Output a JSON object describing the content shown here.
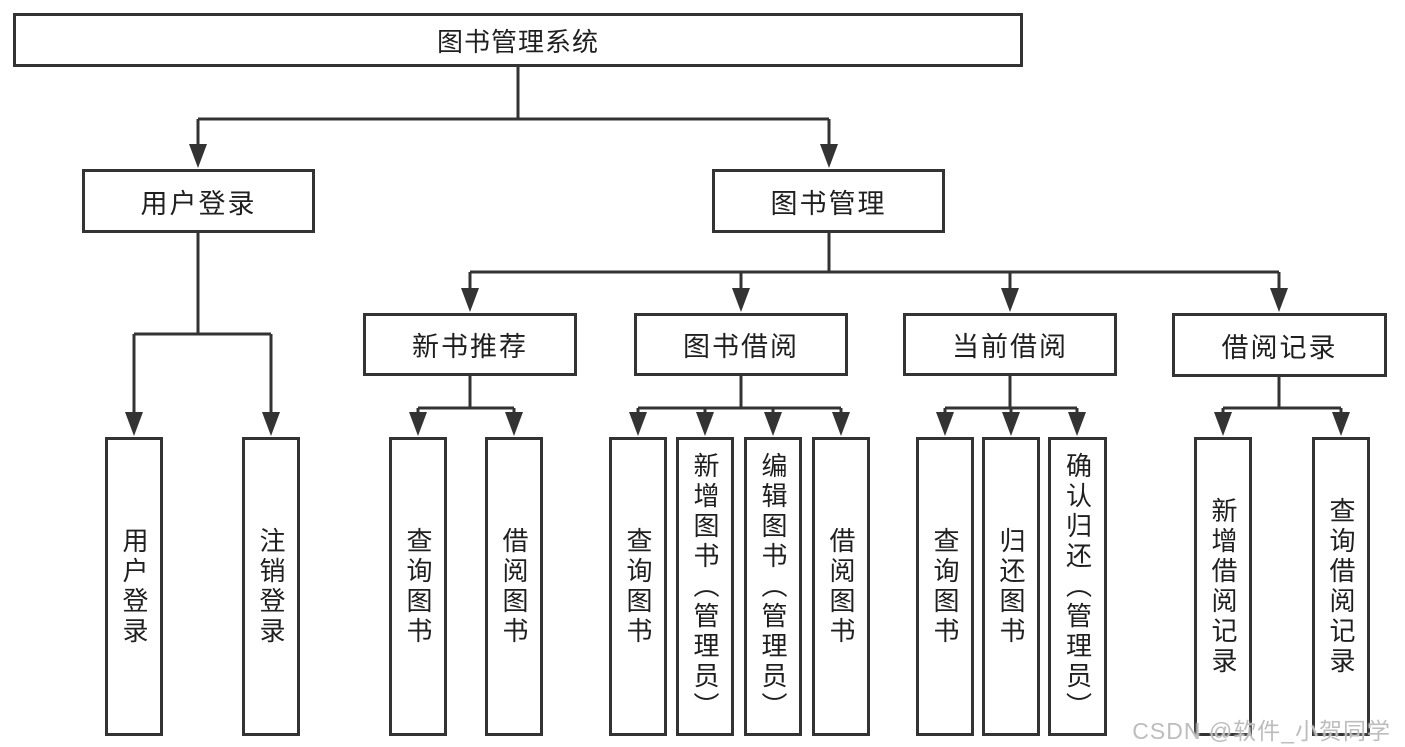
{
  "diagram": {
    "type": "hierarchy-flowchart",
    "colors": {
      "line": "#333333",
      "box_border": "#333333",
      "box_fill": "#ffffff",
      "text": "#1f1f1f",
      "watermark_text": "#bdbdbd"
    },
    "root": {
      "label": "图书管理系统",
      "children": [
        {
          "label": "用户登录",
          "children": [
            {
              "label": "用户登录"
            },
            {
              "label": "注销登录"
            }
          ]
        },
        {
          "label": "图书管理",
          "children": [
            {
              "label": "新书推荐",
              "children": [
                {
                  "label": "查询图书"
                },
                {
                  "label": "借阅图书"
                }
              ]
            },
            {
              "label": "图书借阅",
              "children": [
                {
                  "label": "查询图书"
                },
                {
                  "label": "新增图书（管理员）"
                },
                {
                  "label": "编辑图书（管理员）"
                },
                {
                  "label": "借阅图书"
                }
              ]
            },
            {
              "label": "当前借阅",
              "children": [
                {
                  "label": "查询图书"
                },
                {
                  "label": "归还图书"
                },
                {
                  "label": "确认归还（管理员）"
                }
              ]
            },
            {
              "label": "借阅记录",
              "children": [
                {
                  "label": "新增借阅记录"
                },
                {
                  "label": "查询借阅记录"
                }
              ]
            }
          ]
        }
      ]
    }
  },
  "watermark": {
    "text": "CSDN @软件_小贺同学"
  }
}
